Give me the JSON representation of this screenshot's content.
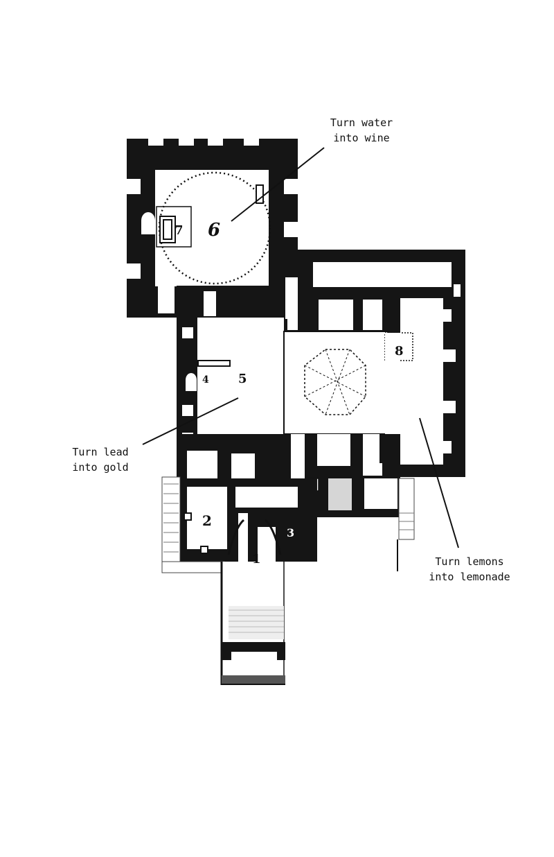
{
  "annotations": [
    {
      "id": "water-wine",
      "lines": [
        "Turn water",
        "into wine"
      ]
    },
    {
      "id": "lead-gold",
      "lines": [
        "Turn lead",
        "into gold"
      ]
    },
    {
      "id": "lemons-lemonade",
      "lines": [
        "Turn lemons",
        "into lemonade"
      ]
    }
  ],
  "room_numbers": {
    "r1": "1",
    "r2": "2",
    "r3": "3",
    "r4": "4",
    "r5": "5",
    "r6": "6",
    "r7": "7",
    "r8": "8"
  },
  "colors": {
    "wall": "#151515",
    "floor": "#ffffff",
    "ink": "#111111"
  }
}
